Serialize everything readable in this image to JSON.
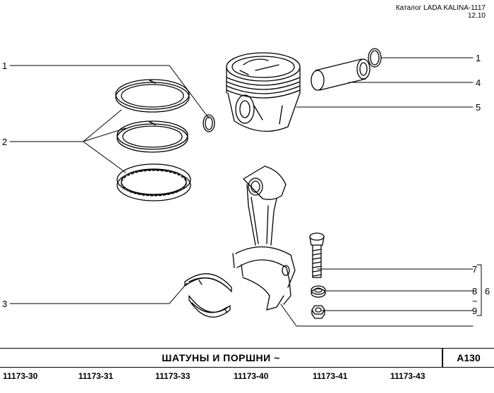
{
  "header": {
    "catalog_title": "Каталог LADA KALINA-1117",
    "date": "12.10"
  },
  "callouts": {
    "c1_left": "1",
    "c2": "2",
    "c3": "3",
    "c1_right": "1",
    "c4": "4",
    "c5": "5",
    "c7": "7",
    "c8": "8",
    "c9": "9",
    "c6": "6",
    "tilde": "~"
  },
  "title_bar": {
    "title": "ШАТУНЫ И ПОРШНИ ~",
    "code": "А130"
  },
  "model_codes": [
    "11173-30",
    "11173-31",
    "11173-33",
    "11173-40",
    "11173-41",
    "11173-43"
  ]
}
